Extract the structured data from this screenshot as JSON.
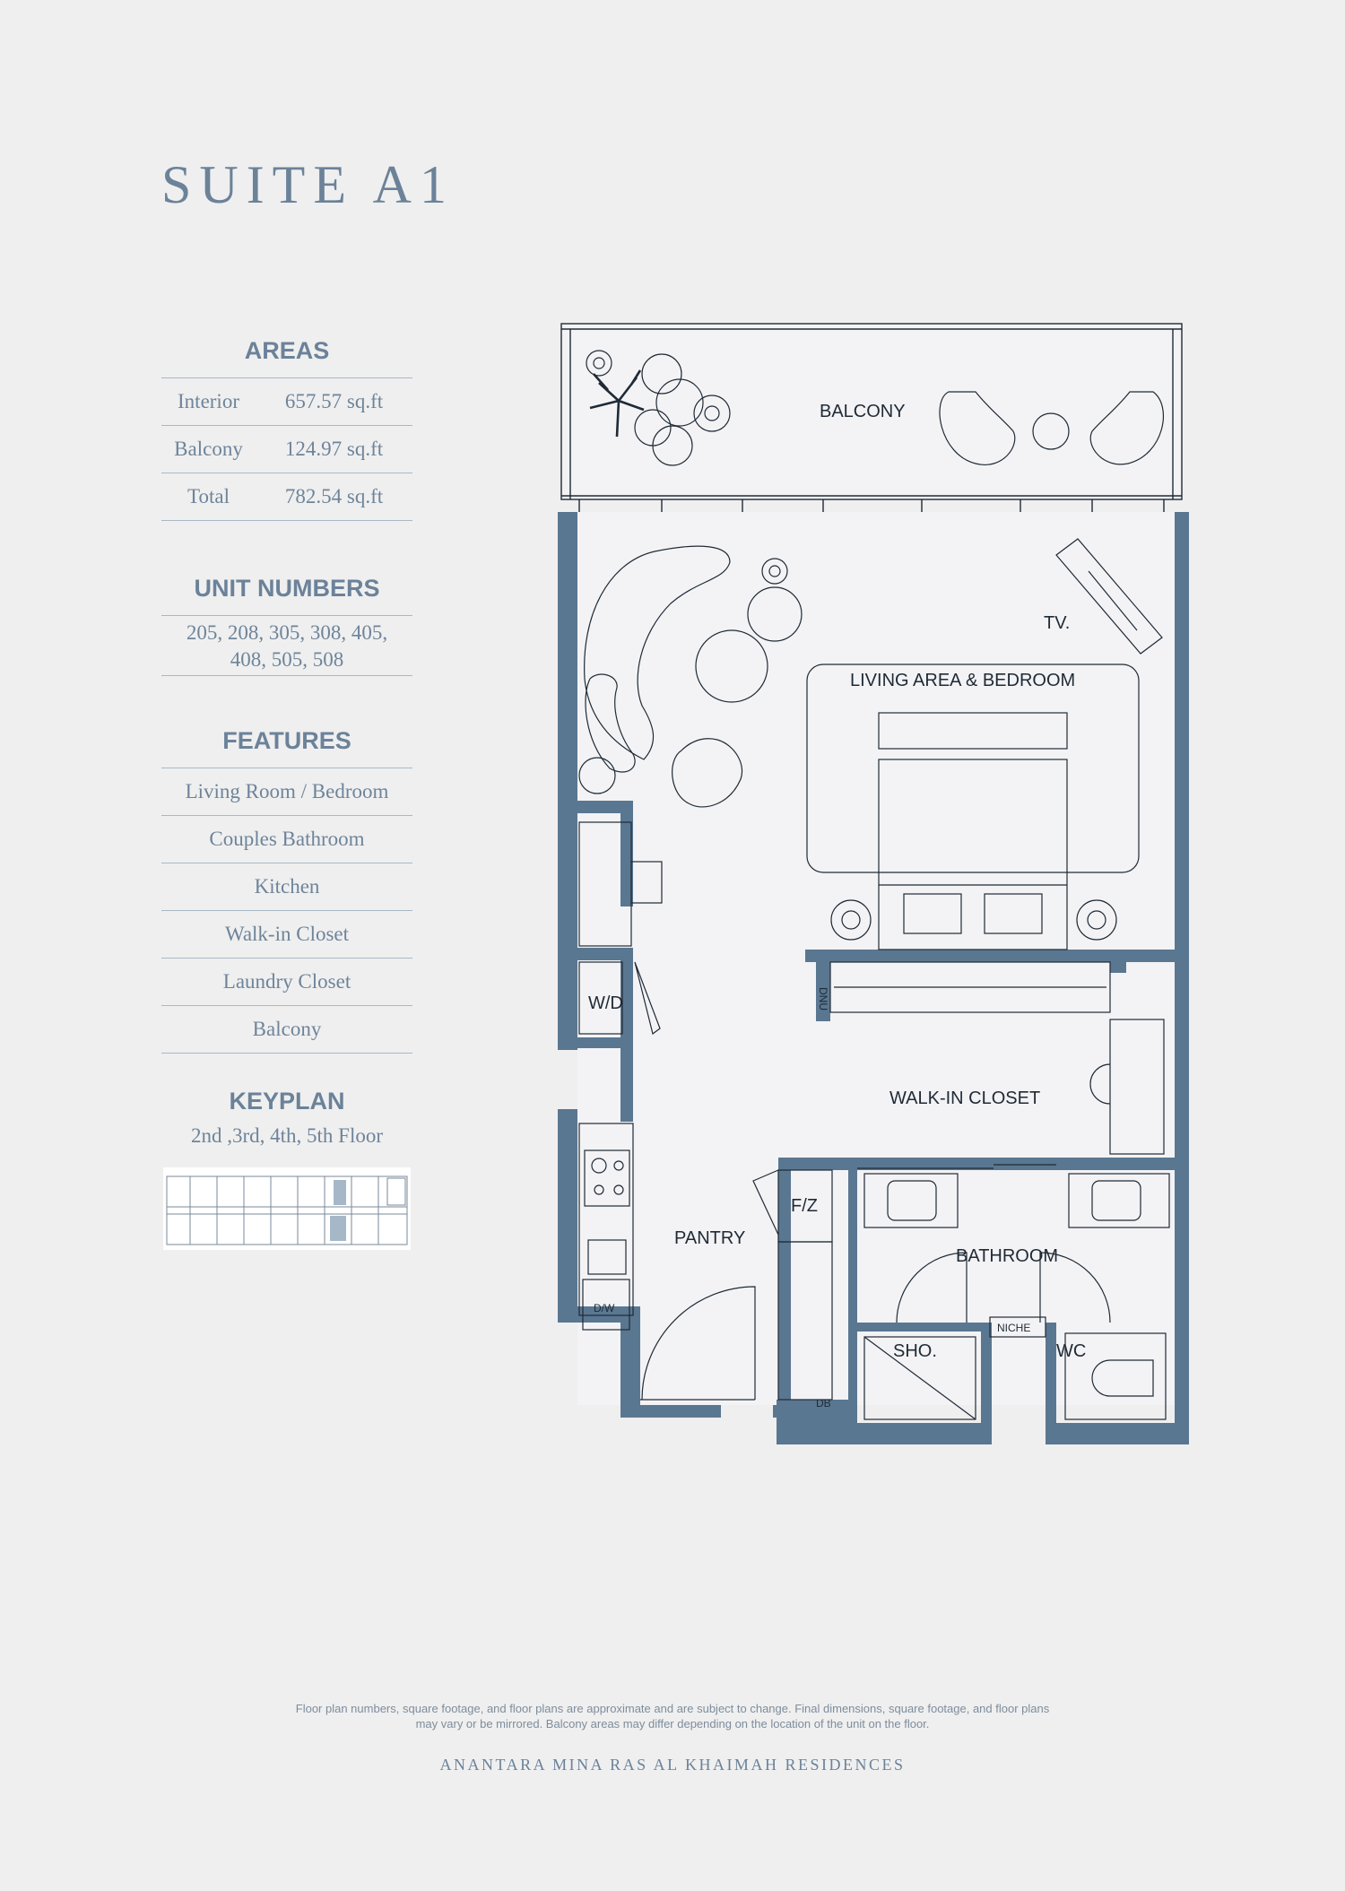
{
  "page": {
    "title": "SUITE A1"
  },
  "areas": {
    "heading": "AREAS",
    "rows": [
      {
        "label": "Interior",
        "value": "657.57 sq.ft"
      },
      {
        "label": "Balcony",
        "value": "124.97 sq.ft"
      },
      {
        "label": "Total",
        "value": "782.54 sq.ft"
      }
    ]
  },
  "units": {
    "heading": "UNIT NUMBERS",
    "line1": "205, 208, 305, 308, 405,",
    "line2": "408, 505, 508"
  },
  "features": {
    "heading": "FEATURES",
    "items": [
      "Living Room / Bedroom",
      "Couples Bathroom",
      "Kitchen",
      "Walk-in Closet",
      "Laundry Closet",
      "Balcony"
    ]
  },
  "keyplan": {
    "heading": "KEYPLAN",
    "floors": "2nd ,3rd, 4th, 5th Floor"
  },
  "plan_labels": {
    "balcony": "BALCONY",
    "tv": "TV.",
    "living": "LIVING AREA & BEDROOM",
    "wd": "W/D",
    "closet": "WALK-IN CLOSET",
    "fz": "F/Z",
    "pantry": "PANTRY",
    "bathroom": "BATHROOM",
    "niche": "NICHE",
    "sho": "SHO.",
    "wc": "WC",
    "dw": "D/W",
    "db": "DB",
    "dnu": "DNU"
  },
  "disclaimer": {
    "line1": "Floor plan numbers, square footage, and floor plans are approximate and are subject to change. Final dimensions, square footage, and floor plans",
    "line2": "may vary or be mirrored. Balcony areas may differ depending on the location of the unit on the floor."
  },
  "footer": "ANANTARA MINA RAS AL KHAIMAH RESIDENCES",
  "colors": {
    "wall": "#5a7791",
    "text": "#6b8299",
    "line": "#1f2a36"
  }
}
